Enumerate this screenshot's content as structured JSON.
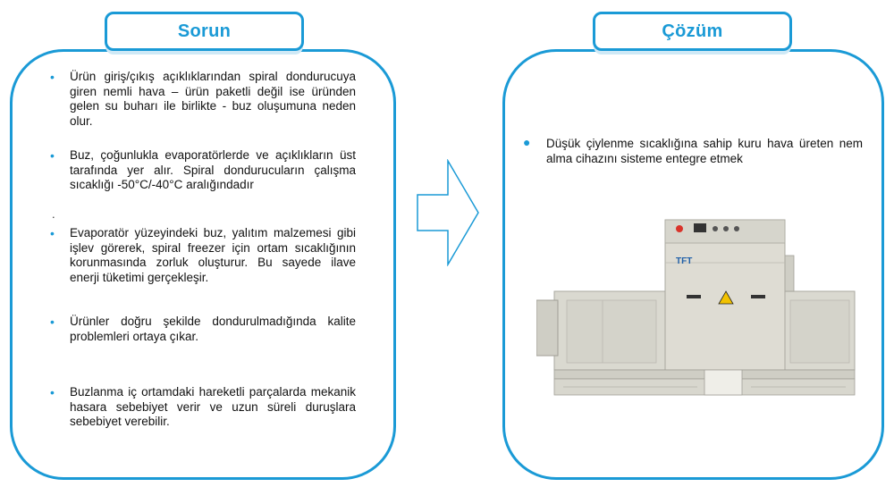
{
  "problem": {
    "title": "Sorun",
    "bullets": [
      "Ürün giriş/çıkış açıklıklarından spiral dondurucuya giren nemli hava – ürün paketli değil ise üründen gelen su buharı ile birlikte - buz oluşumuna neden olur.",
      "Buz, çoğunlukla evaporatörlerde ve açıklıkların üst tarafında yer alır. Spiral dondurucuların çalışma sıcaklığı -50°C/-40°C aralığındadır",
      "Evaporatör yüzeyindeki buz, yalıtım malzemesi gibi işlev görerek, spiral freezer için ortam sıcaklığının korunmasında zorluk oluşturur. Bu sayede ilave enerji tüketimi gerçekleşir.",
      "Ürünler doğru şekilde dondurulmadığında kalite problemleri ortaya çıkar.",
      "Buzlanma iç ortamdaki hareketli parçalarda mekanik hasara sebebiyet verir ve uzun süreli duruşlara sebebiyet verebilir."
    ],
    "stray_mark": "."
  },
  "solution": {
    "title": "Çözüm",
    "bullet": "Düşük çiylenme sıcaklığına sahip kuru hava üreten nem alma cihazını sisteme entegre etmek",
    "machine_brand": "TFT"
  },
  "colors": {
    "accent": "#1a9ad6",
    "machine_body": "#d9d8cf"
  },
  "icons": {
    "arrow": "right-arrow-outline-icon",
    "machine": "dehumidifier-unit-image"
  }
}
